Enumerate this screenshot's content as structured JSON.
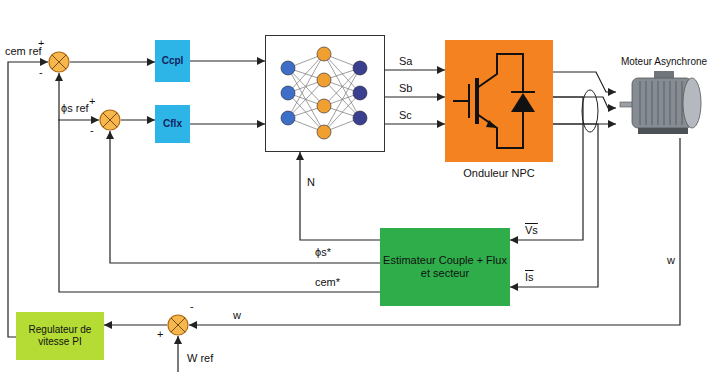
{
  "diagram": {
    "nodes": [
      {
        "text": [
          "+",
          "-"
        ]
      },
      {
        "text": [
          "+",
          "-"
        ]
      },
      {
        "text": [
          "Ccpl"
        ]
      },
      {
        "text": [
          "Cflx"
        ]
      },
      {
        "text": []
      },
      {
        "text": [
          "Onduleur NPC"
        ]
      },
      {
        "text": [
          "Moteur Asynchrone"
        ]
      },
      {
        "text": [
          "Estimateur Couple + Flux et secteur"
        ]
      },
      {
        "text": [
          "Regulateur de vitesse PI"
        ]
      },
      {
        "text": [
          "-",
          "+"
        ]
      }
    ],
    "edges": [
      {
        "from": 0,
        "to": 2,
        "arrow": "to"
      },
      {
        "from": 1,
        "to": 3,
        "arrow": "to"
      },
      {
        "from": 2,
        "to": 4,
        "arrow": "to"
      },
      {
        "from": 3,
        "to": 4,
        "arrow": "to"
      },
      {
        "from": 4,
        "to": 5,
        "label": "Sa",
        "arrow": "to"
      },
      {
        "from": 4,
        "to": 5,
        "label": "Sb",
        "arrow": "to"
      },
      {
        "from": 4,
        "to": 5,
        "label": "Sc",
        "arrow": "to"
      },
      {
        "from": 5,
        "to": 6,
        "arrow": "to"
      },
      {
        "from": 5,
        "to": 6,
        "arrow": "to"
      },
      {
        "from": 5,
        "to": 6,
        "arrow": "to"
      },
      {
        "from": 5,
        "to": 7,
        "label": "Vs",
        "arrow": "to"
      },
      {
        "from": 5,
        "to": 7,
        "label": "Is",
        "arrow": "to"
      },
      {
        "from": 7,
        "to": 4,
        "label": "N",
        "arrow": "to"
      },
      {
        "from": 7,
        "to": 1,
        "label": "ϕs*",
        "arrow": "to"
      },
      {
        "from": 7,
        "to": 0,
        "label": "cem*",
        "arrow": "to"
      },
      {
        "from": 6,
        "to": 9,
        "label": "w",
        "arrow": "to"
      },
      {
        "from": 9,
        "to": 8,
        "arrow": "to"
      },
      {
        "from": 8,
        "to": 0,
        "label": "cem ref",
        "arrow": "to"
      }
    ],
    "labels": [
      "ϕs ref",
      "W ref",
      "w"
    ]
  }
}
